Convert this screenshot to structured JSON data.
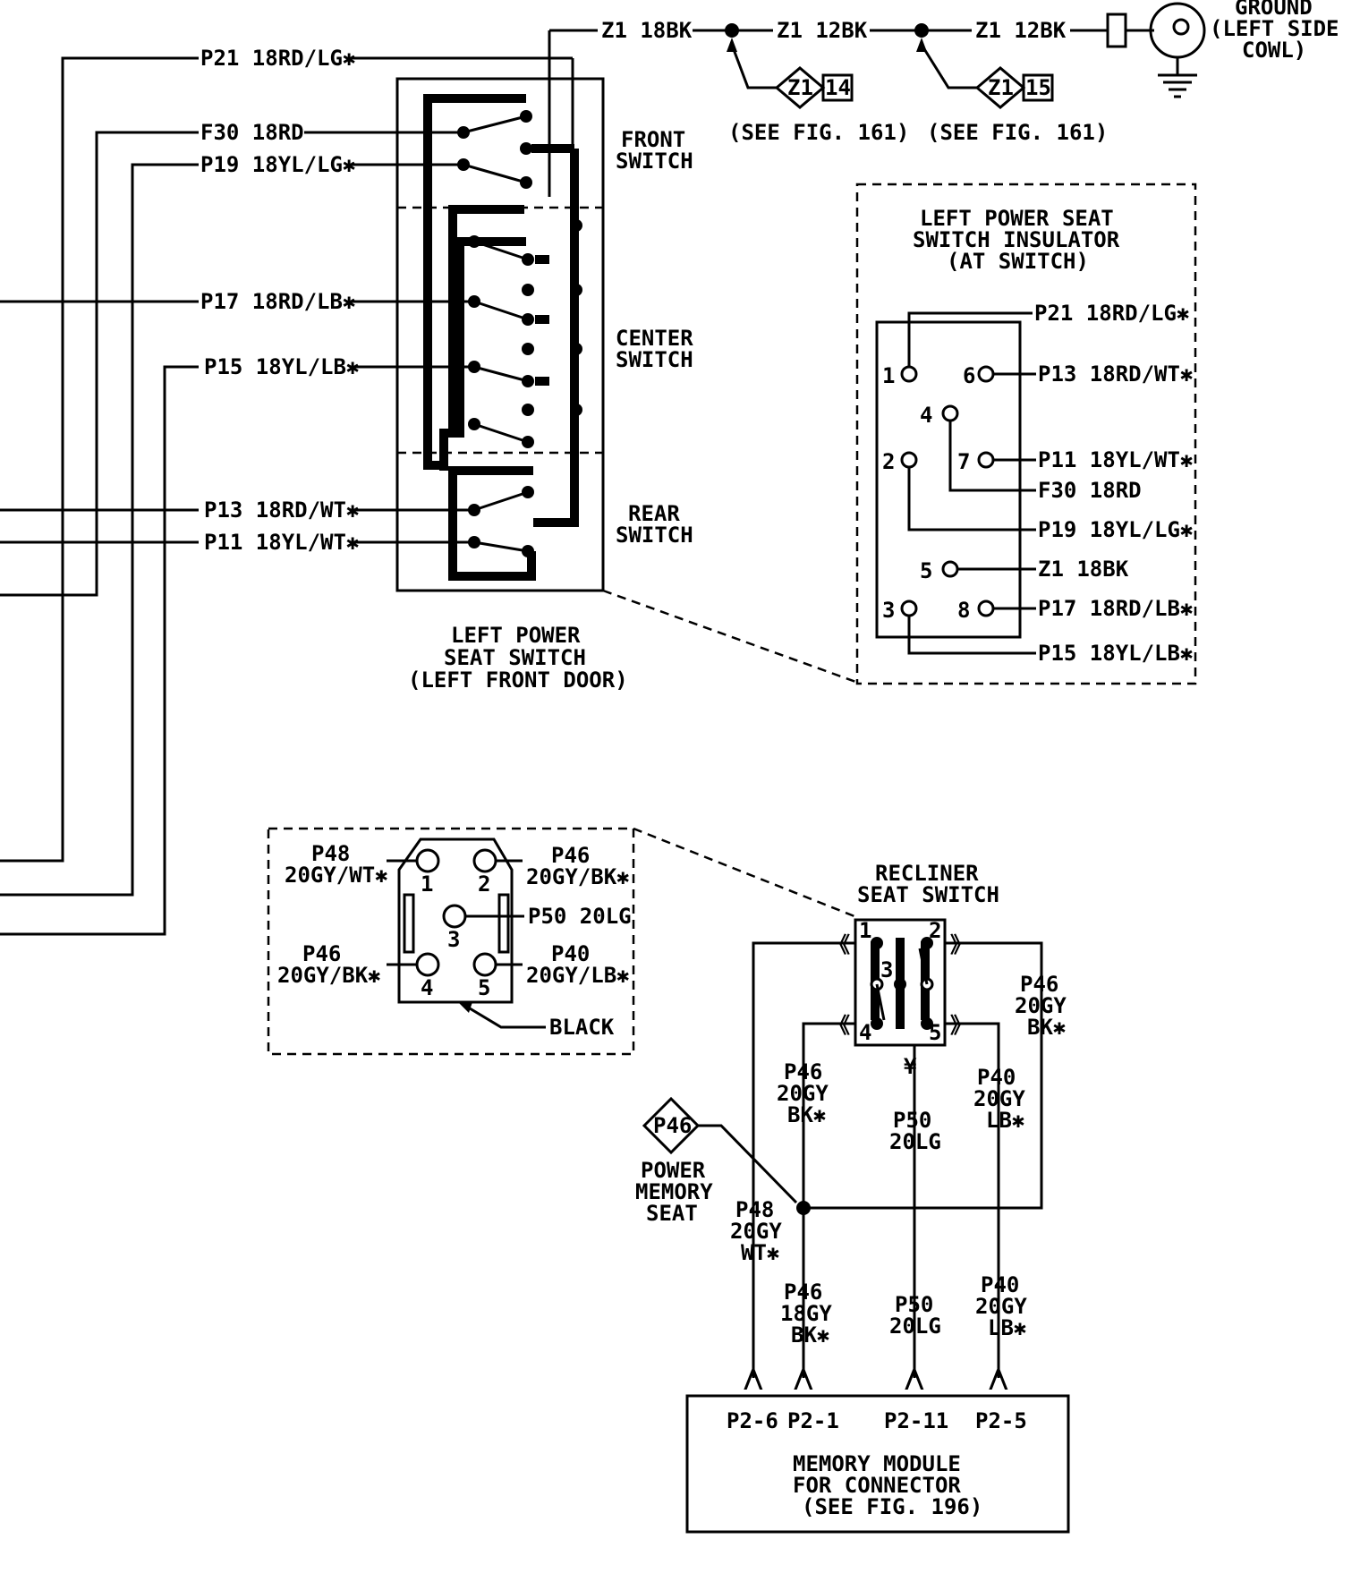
{
  "colors": {
    "ink": "#000000",
    "paper": "#ffffff"
  },
  "top_splices": {
    "wire1": "Z1 18BK",
    "wire2": "Z1 12BK",
    "wire3": "Z1 12BK",
    "splice1_id": "Z1",
    "splice1_num": "14",
    "splice2_id": "Z1",
    "splice2_num": "15",
    "see1": "(SEE FIG. 161)",
    "see2": "(SEE FIG. 161)",
    "ground": [
      "GROUND",
      "(LEFT SIDE",
      "COWL)"
    ],
    "ground_icon": "ground-icon"
  },
  "power_seat_switch": {
    "wires": [
      "P21 18RD/LG✱",
      "F30 18RD",
      "P19 18YL/LG✱",
      "P17 18RD/LB✱",
      "P15 18YL/LB✱",
      "P13 18RD/WT✱",
      "P11 18YL/WT✱"
    ],
    "sections": {
      "front": [
        "FRONT",
        "SWITCH"
      ],
      "center": [
        "CENTER",
        "SWITCH"
      ],
      "rear": [
        "REAR",
        "SWITCH"
      ]
    },
    "caption": [
      "LEFT POWER",
      "SEAT SWITCH",
      "(LEFT FRONT DOOR)"
    ]
  },
  "insulator": {
    "title": [
      "LEFT POWER SEAT",
      "SWITCH INSULATOR",
      "(AT SWITCH)"
    ],
    "pins": [
      "1",
      "6",
      "4",
      "2",
      "7",
      "5",
      "3",
      "8"
    ],
    "wires": [
      "P21 18RD/LG✱",
      "P13 18RD/WT✱",
      "P11 18YL/WT✱",
      "F30 18RD",
      "P19 18YL/LG✱",
      "Z1 18BK",
      "P17 18RD/LB✱",
      "P15 18YL/LB✱"
    ]
  },
  "recliner_connector": {
    "left_top": [
      "P48",
      "20GY/WT✱"
    ],
    "right_top": [
      "P46",
      "20GY/BK✱"
    ],
    "middle": "P50 20LG",
    "left_bottom": [
      "P46",
      "20GY/BK✱"
    ],
    "right_bottom": [
      "P40",
      "20GY/LB✱"
    ],
    "pins": [
      "1",
      "2",
      "3",
      "4",
      "5"
    ],
    "black": "BLACK"
  },
  "recliner_switch": {
    "title": [
      "RECLINER",
      "SEAT SWITCH"
    ],
    "pins": [
      "1",
      "2",
      "3",
      "4",
      "5"
    ],
    "right_wire": [
      "P46",
      "20GY",
      "BK✱"
    ],
    "left_wire": [
      "P46",
      "20GY",
      "BK✱"
    ],
    "center_wire": [
      "P50",
      "20LG"
    ],
    "right_inner_wire": [
      "P40",
      "20GY",
      "LB✱"
    ],
    "memory_tag": "P46",
    "memory_label": [
      "POWER",
      "MEMORY",
      "SEAT"
    ],
    "lower_left": [
      "P48",
      "20GY",
      "WT✱"
    ],
    "lower_p46": [
      "P46",
      "18GY",
      "BK✱"
    ],
    "lower_p50": [
      "P50",
      "20LG"
    ],
    "lower_p40": [
      "P40",
      "20GY",
      "LB✱"
    ]
  },
  "memory_module": {
    "pins": [
      "P2-6",
      "P2-1",
      "P2-11",
      "P2-5"
    ],
    "title": [
      "MEMORY MODULE",
      "FOR CONNECTOR",
      "(SEE FIG. 196)"
    ]
  }
}
